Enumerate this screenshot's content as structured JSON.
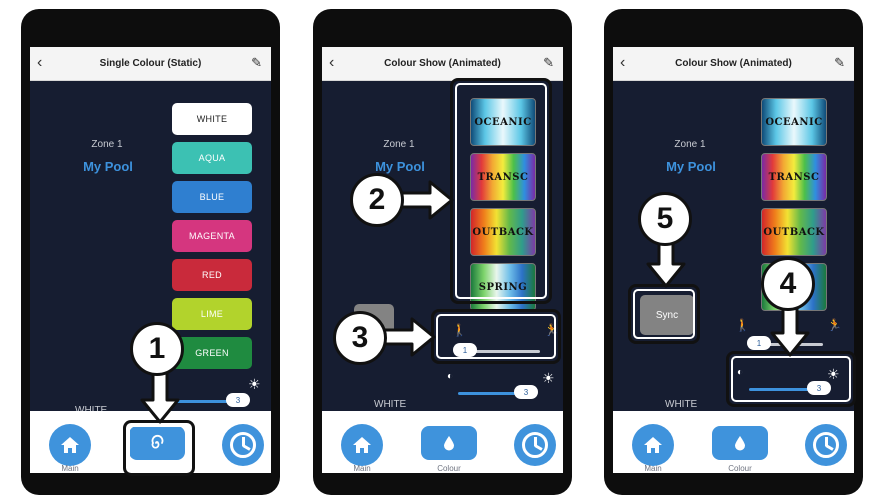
{
  "screens": [
    {
      "title": "Single Colour (Static)",
      "zone": "Zone 1",
      "pool": "My Pool",
      "current_colour": "WHITE",
      "colours": [
        {
          "label": "WHITE",
          "color": "#ffffff",
          "text": "#222222"
        },
        {
          "label": "AQUA",
          "color": "#3cc1b3",
          "text": "#ffffff"
        },
        {
          "label": "BLUE",
          "color": "#2f7fd0",
          "text": "#ffffff"
        },
        {
          "label": "MAGENTA",
          "color": "#d5367f",
          "text": "#ffffff"
        },
        {
          "label": "RED",
          "color": "#c92a3b",
          "text": "#ffffff"
        },
        {
          "label": "LIME",
          "color": "#b2d32c",
          "text": "#ffffff"
        },
        {
          "label": "GREEN",
          "color": "#1f8b40",
          "text": "#ffffff"
        }
      ],
      "brightness": "3",
      "nav": {
        "main": "Main",
        "show": "Show"
      }
    },
    {
      "title": "Colour Show (Animated)",
      "zone": "Zone 1",
      "pool": "My Pool",
      "current_colour": "WHITE",
      "shows": [
        "OCEANIC",
        "TRANSC",
        "OUTBACK",
        "SPRING"
      ],
      "speed": "1",
      "brightness": "3",
      "nav": {
        "main": "Main",
        "colour": "Colour"
      }
    },
    {
      "title": "Colour Show (Animated)",
      "zone": "Zone 1",
      "pool": "My Pool",
      "current_colour": "WHITE",
      "shows": [
        "OCEANIC",
        "TRANSC",
        "OUTBACK"
      ],
      "sync_label": "Sync",
      "speed": "1",
      "brightness": "3",
      "nav": {
        "main": "Main",
        "colour": "Colour"
      }
    }
  ],
  "callouts": [
    "1",
    "2",
    "3",
    "4",
    "5"
  ],
  "icons": {
    "back": "back-chevron-icon",
    "edit": "pencil-icon",
    "home": "home-icon",
    "show": "swirl-icon",
    "colour": "droplet-icon",
    "timer": "clock-icon",
    "slow": "walking-figure-icon",
    "fast": "running-figure-icon",
    "dim": "dim-sun-icon",
    "bright": "bright-sun-icon"
  },
  "accent": "#3f93dc"
}
